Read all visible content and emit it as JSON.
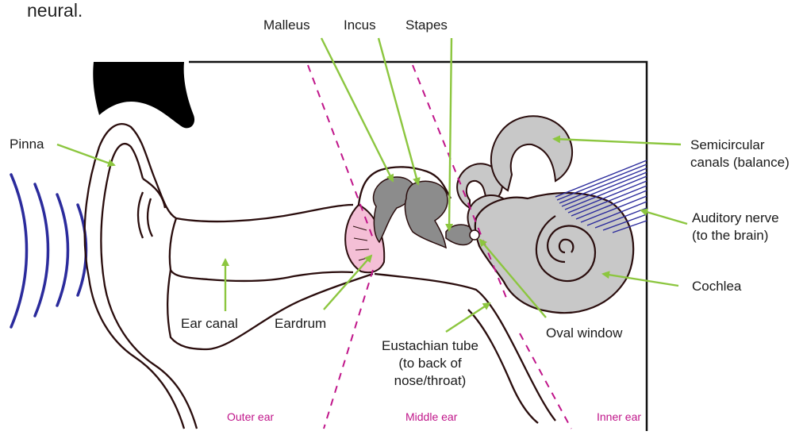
{
  "top_text": "neural.",
  "labels": {
    "malleus": "Malleus",
    "incus": "Incus",
    "stapes": "Stapes",
    "pinna": "Pinna",
    "semicircular_1": "Semicircular",
    "semicircular_2": "canals (balance)",
    "auditory_1": "Auditory nerve",
    "auditory_2": "(to the brain)",
    "cochlea": "Cochlea",
    "ear_canal": "Ear canal",
    "eardrum": "Eardrum",
    "oval_window": "Oval window",
    "eustachian_1": "Eustachian tube",
    "eustachian_2": "(to back of",
    "eustachian_3": "nose/throat)"
  },
  "regions": {
    "outer": "Outer ear",
    "middle": "Middle ear",
    "inner": "Inner ear"
  },
  "colors": {
    "arrow": "#8cc63f",
    "divider": "#c0158a",
    "sound_waves": "#2b2b9c",
    "nerve": "#2b2b9c",
    "bone": "#8c8c8c",
    "inner_ear": "#c8c8c8",
    "eardrum": "#f4bfd6",
    "hair": "#000000"
  }
}
